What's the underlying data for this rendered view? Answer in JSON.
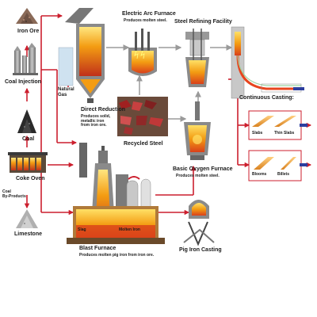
{
  "nodes": {
    "iron_ore": {
      "label": "Iron Ore"
    },
    "coal_injection": {
      "label": "Coal Injection"
    },
    "coal": {
      "label": "Coal"
    },
    "coke_oven": {
      "label": "Coke Oven"
    },
    "coal_byproducts": {
      "label_line1": "Coal",
      "label_line2": "By-Products"
    },
    "limestone": {
      "label": "Limestone"
    },
    "natural_gas": {
      "label_line1": "Natural",
      "label_line2": "Gas"
    },
    "direct_reduction": {
      "label": "Direct Reduction",
      "desc_line1": "Produces solid,",
      "desc_line2": "metallic iron",
      "desc_line3": "from iron ore."
    },
    "electric_arc_furnace": {
      "label": "Electric Arc Furnace",
      "desc": "Produces molten steel."
    },
    "recycled_steel": {
      "label": "Recycled Steel"
    },
    "steel_refining": {
      "label": "Steel Refining Facility"
    },
    "basic_oxygen_furnace": {
      "label": "Basic Oxygen Furnace",
      "desc": "Produces molten steel."
    },
    "continuous_casting": {
      "label": "Continuous Casting:"
    },
    "blast_furnace": {
      "label": "Blast Furnace",
      "desc": "Produces molten pig iron from iron ore.",
      "slag": "Slag",
      "molten_iron": "Molten Iron"
    },
    "pig_iron_casting": {
      "label": "Pig Iron Casting"
    }
  },
  "products": {
    "slabs": "Slabs",
    "thin_slabs": "Thin Slabs",
    "blooms": "Blooms",
    "billets": "Billets"
  },
  "colors": {
    "arrow_red": "#cc1f2e",
    "arrow_gray": "#b4b4b4",
    "molten": "#f39c12",
    "hot": "#e8451e",
    "steel_gray": "#8a8a8a",
    "product_orange": "#f0a030",
    "cast_green": "#b8d8b0",
    "blue_marker": "#2c3e9e"
  }
}
